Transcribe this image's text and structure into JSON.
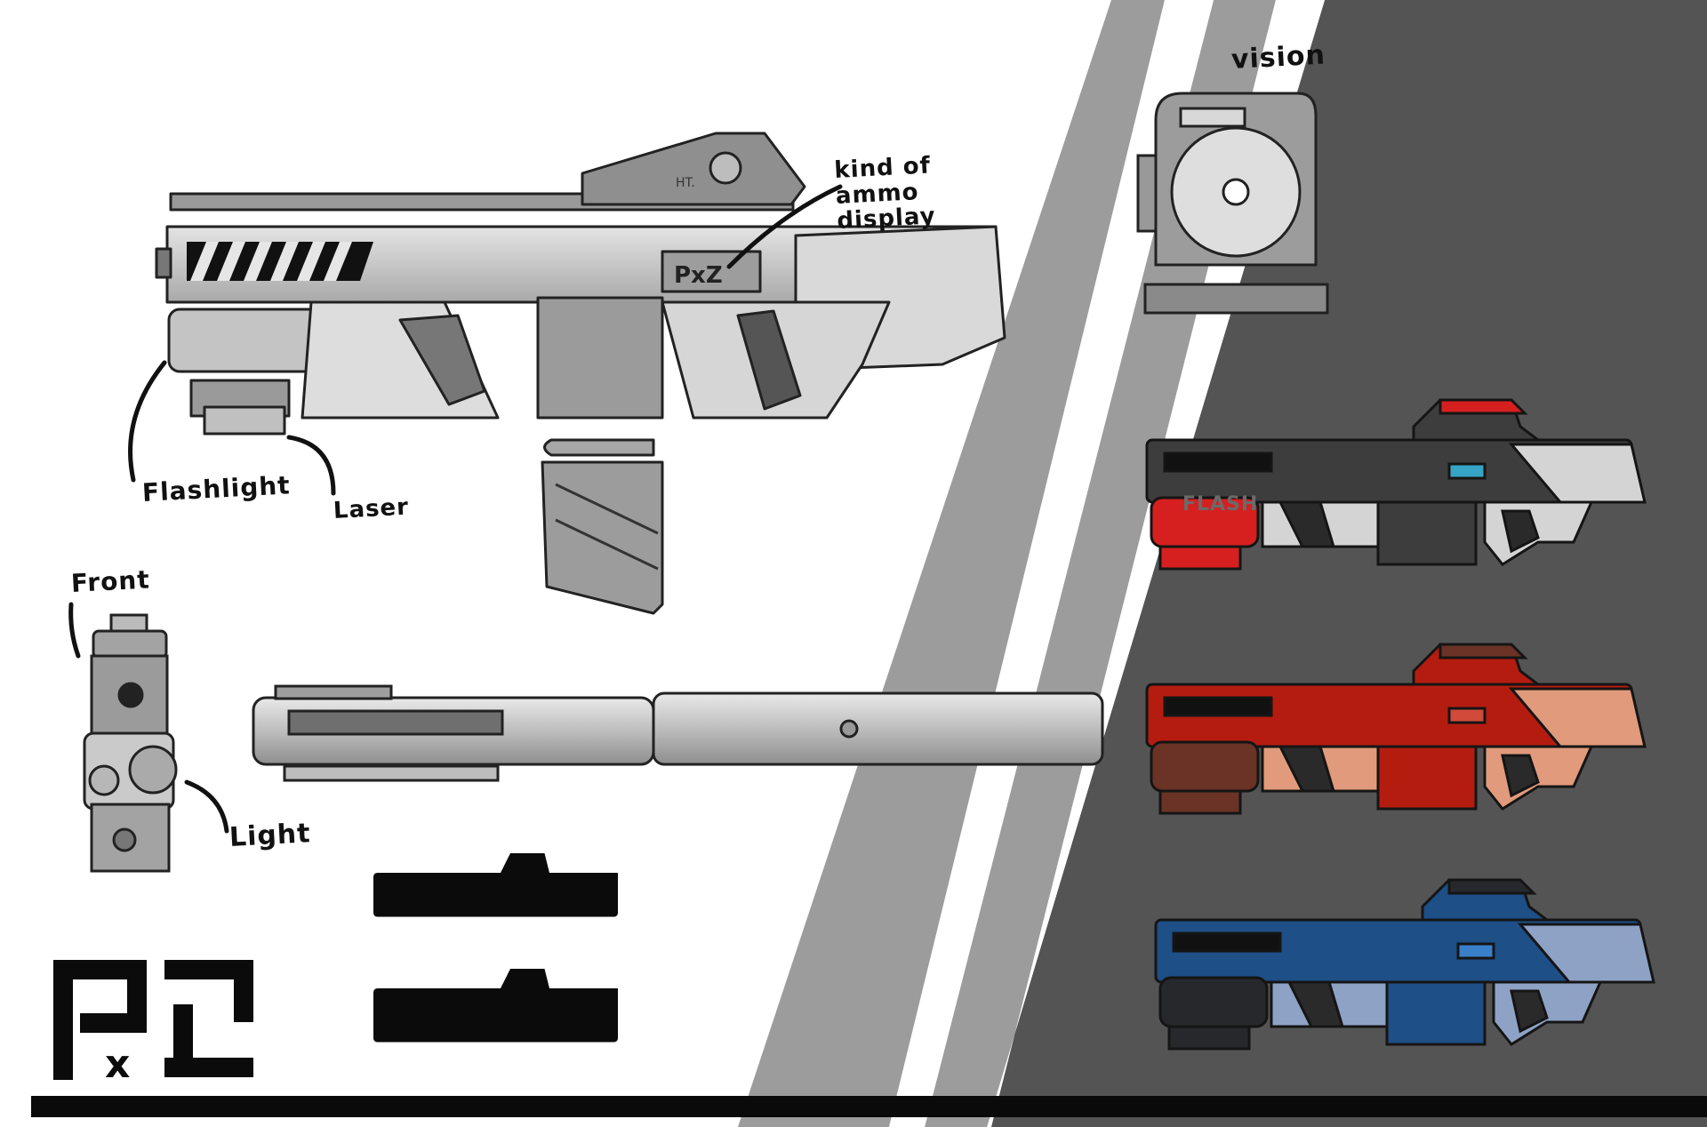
{
  "annotations": {
    "ammo_display": "kind of ammo display",
    "flashlight": "Flashlight",
    "laser": "Laser",
    "vision": "vision",
    "front": "Front",
    "light": "Light"
  },
  "markings": {
    "flash_text": "FLASH",
    "maker_mark": "HT.",
    "logo_text": "PxZ"
  },
  "variants": [
    {
      "name": "grey-red",
      "primary": "#3d3d3d",
      "secondary": "#d4d4d4",
      "accent": "#d61f1f",
      "screen": "#36a4c4"
    },
    {
      "name": "red-copper",
      "primary": "#b51c10",
      "secondary": "#e19a7c",
      "accent": "#6a3325",
      "screen": "#d24a3a"
    },
    {
      "name": "blue",
      "primary": "#1e4f86",
      "secondary": "#8ea2c6",
      "accent": "#27282c",
      "screen": "#3a7fc9"
    }
  ],
  "background": {
    "stripe_light": "#9c9c9c",
    "stripe_dark": "#545454",
    "baseline": "#0a0a0a"
  }
}
